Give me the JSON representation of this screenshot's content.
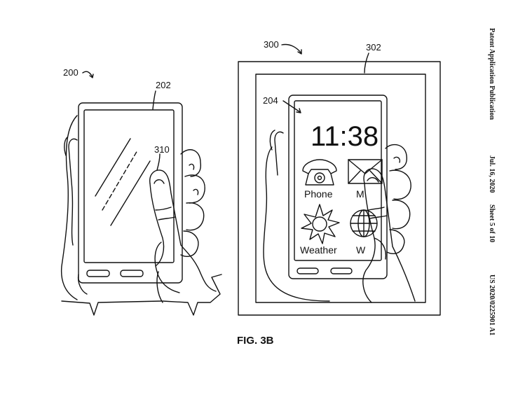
{
  "header": {
    "publication": "Patent Application Publication",
    "date": "Jul. 16, 2020",
    "sheet": "Sheet 5 of 10",
    "number": "US 2020/0225901 A1"
  },
  "labels": {
    "left_device": "200",
    "left_screen": "202",
    "left_touch": "310",
    "right_device": "300",
    "right_frame": "302",
    "right_screen": "204"
  },
  "screen": {
    "time": "11:38",
    "apps": [
      "Phone",
      "M",
      "Weather",
      "W"
    ]
  },
  "caption": "FIG. 3B",
  "icons": [
    "telephone-icon",
    "mail-icon",
    "sun-icon",
    "globe-icon"
  ]
}
